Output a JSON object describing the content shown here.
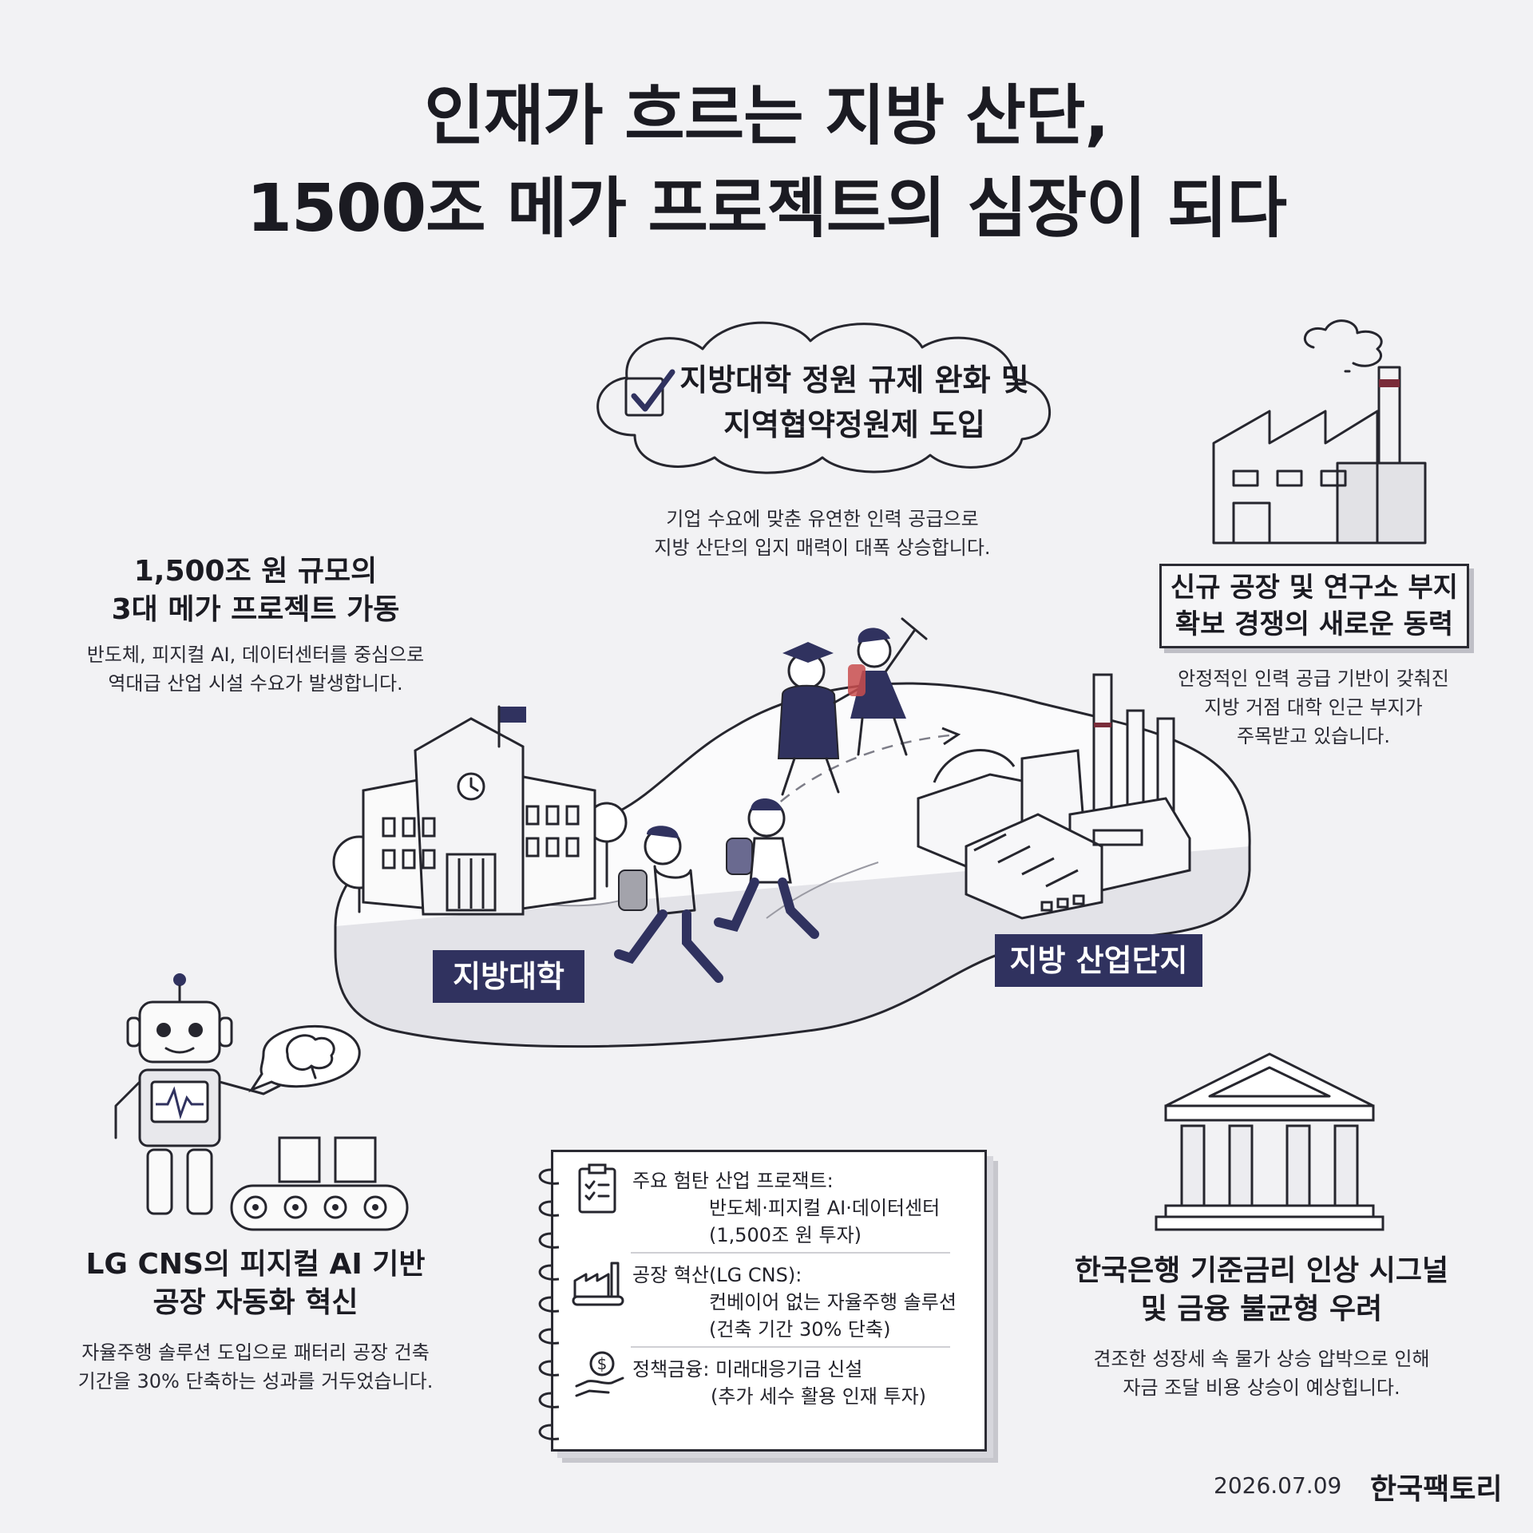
{
  "title": {
    "line1": "인재가 흐르는 지방 산단,",
    "line2": "1500조 메가 프로젝트의 심장이 되다"
  },
  "cloud": {
    "line1": "지방대학 정원 규제 완화 및",
    "line2": "지역협약정원제 도입"
  },
  "center_desc": {
    "line1": "기업 수요에 맞춘 유연한 인력 공급으로",
    "line2": "지방 산단의 입지 매력이 대폭 상승합니다."
  },
  "mega": {
    "heading1": "1,500조 원 규모의",
    "heading2": "3대 메가 프로젝트 가동",
    "desc1": "반도체, 피지컬 AI, 데이터센터를 중심으로",
    "desc2": "역대급 산업 시설 수요가 발생합니다."
  },
  "factory_site": {
    "heading1": "신규 공장 및 연구소 부지",
    "heading2": "확보 경쟁의 새로운 동력",
    "desc1": "안정적인 인력 공급 기반이 갖춰진",
    "desc2": "지방 거점 대학 인근 부지가",
    "desc3": "주목받고 있습니다."
  },
  "labels": {
    "university": "지방대학",
    "industrial": "지방 산업단지"
  },
  "lgcns": {
    "heading1": "LG CNS의 피지컬 AI 기반",
    "heading2": "공장 자동화 혁신",
    "desc1": "자율주행 솔루션 도입으로 패터리 공장 건축",
    "desc2": "기간을 30% 단축하는 성과를 거두었습니다."
  },
  "notebook": {
    "item1_title": "주요 험탄 산업 프로잭트:",
    "item1_line1": "반도체·피지컬 AI·데이터센터",
    "item1_line2": "(1,500조 원 투자)",
    "item2_title": "공장 혁산(LG CNS):",
    "item2_line1": "컨베이어 없는 자율주행 솔루션",
    "item2_line2": "(건축 기간 30% 단축)",
    "item3_title": "정책금융: 미래대응기금 신설",
    "item3_line1": "(추가 세수 활용 인재 투자)"
  },
  "bok": {
    "heading1": "한국은행 기준금리 인상 시그널",
    "heading2": "및 금융 불균형 우려",
    "desc1": "견조한 성장세 속 물가 상승 압박으로 인해",
    "desc2": "자금 조달 비용 상승이 예상힙니다."
  },
  "footer": {
    "date": "2026.07.09",
    "brand": "한국팩토리"
  },
  "colors": {
    "navy": "#30325f",
    "ink": "#26262e",
    "background": "#f2f2f4"
  }
}
